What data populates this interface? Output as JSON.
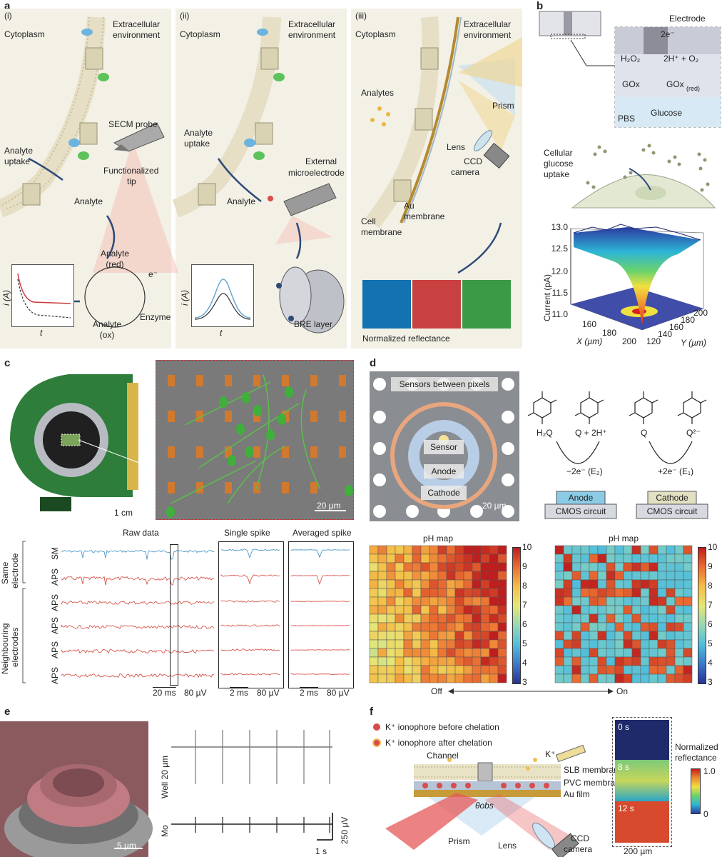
{
  "panels": {
    "a": "a",
    "b": "b",
    "c": "c",
    "d": "d",
    "e": "e",
    "f": "f"
  },
  "a": {
    "i": {
      "num": "(i)",
      "cytoplasm": "Cytoplasm",
      "extra1": "Extracellular",
      "extra2": "environment",
      "probe": "SECM probe",
      "tip1": "Functionalized",
      "tip2": "tip",
      "uptake1": "Analyte",
      "uptake2": "uptake",
      "analyte": "Analyte",
      "red1": "Analyte",
      "red2": "(red)",
      "ox1": "Analyte",
      "ox2": "(ox)",
      "enzyme": "Enzyme",
      "eminus": "e⁻",
      "ylabel": "i (A)",
      "xlabel": "t"
    },
    "ii": {
      "num": "(ii)",
      "cytoplasm": "Cytoplasm",
      "extra1": "Extracellular",
      "extra2": "environment",
      "uptake1": "Analyte",
      "uptake2": "uptake",
      "ext1": "External",
      "ext2": "microelectrode",
      "analyte": "Analyte",
      "bre": "BRE layer",
      "ylabel": "i (A)",
      "xlabel": "t"
    },
    "iii": {
      "num": "(iii)",
      "cytoplasm": "Cytoplasm",
      "extra1": "Extracellular",
      "extra2": "environment",
      "analytes": "Analytes",
      "prism": "Prism",
      "lens": "Lens",
      "ccd1": "CCD",
      "ccd2": "camera",
      "au1": "Au",
      "au2": "membrane",
      "cell1": "Cell",
      "cell2": "membrane",
      "norm": "Normalized reflectance",
      "colors": [
        "#1472b0",
        "#c94040",
        "#3a9a45"
      ]
    }
  },
  "b": {
    "electrode": "Electrode",
    "e2": "2e⁻",
    "h2o2": "H₂O₂",
    "h2o": "2H⁺ + O₂",
    "gox": "GOx",
    "goxred": "GOx",
    "goxsub": "(red)",
    "glucose": "Glucose",
    "pbs": "PBS",
    "cell1": "Cellular",
    "cell2": "glucose",
    "cell3": "uptake",
    "chart": {
      "ylabel": "Current (pA)",
      "yticks": [
        "13.0",
        "12.5",
        "12.0",
        "11.5",
        "11.0"
      ],
      "xlabel": "X (µm)",
      "xticks": [
        "160",
        "180",
        "200"
      ],
      "ylabel2": "Y (µm)",
      "y2ticks": [
        "120",
        "140",
        "160",
        "180",
        "200"
      ]
    }
  },
  "c": {
    "scale1": "1 cm",
    "scale2": "20 µm",
    "raw": "Raw data",
    "single": "Single spike",
    "avg": "Averaged spike",
    "same1": "Same",
    "same2": "electrode",
    "neigh1": "Neighbouring",
    "neigh2": "electrodes",
    "rows": [
      "SM",
      "APS",
      "APS",
      "APS",
      "APS",
      "APS"
    ],
    "sb1": "20 ms",
    "sb1b": "80 µV",
    "sb2": "2 ms",
    "sb2b": "80 µV",
    "sb3": "2 ms",
    "sb3b": "80 µV",
    "colors": {
      "blue": "#3a8fc0",
      "red": "#d3453a"
    }
  },
  "d": {
    "sensors": "Sensors between pixels",
    "sensor": "Sensor",
    "anode": "Anode",
    "cathode": "Cathode",
    "scale": "20 µm",
    "h2q": "H₂Q",
    "q2h": "Q + 2H⁺",
    "q": "Q",
    "q2": "Q²⁻",
    "ox": "−2e⁻ (E₂)",
    "red": "+2e⁻ (E₁)",
    "anodebox": "Anode",
    "cathodebox": "Cathode",
    "cmos1": "CMOS circuit",
    "cmos2": "CMOS circuit",
    "map1": "pH map",
    "map2": "pH map",
    "cbticks": [
      "10",
      "9",
      "8",
      "7",
      "6",
      "5",
      "4",
      "3"
    ],
    "off": "Off",
    "on": "On"
  },
  "e": {
    "scale": "5 µm",
    "well": "Well 20 µm",
    "mo": "Mo",
    "sb": "250 µV",
    "sbx": "1 s"
  },
  "f": {
    "leg1": "K⁺ ionophore before chelation",
    "leg2": "K⁺ ionophore after chelation",
    "channel": "Channel",
    "kplus": "K⁺",
    "slb": "SLB membrane",
    "pvc": "PVC membrane",
    "au": "Au film",
    "theta": "θobs",
    "prism": "Prism",
    "lens": "Lens",
    "ccd1": "CCD",
    "ccd2": "camera",
    "t0": "0 s",
    "t8": "8 s",
    "t12": "12 s",
    "scale": "200 µm",
    "norm1": "Normalized",
    "norm2": "reflectance",
    "cb1": "1.0",
    "cb0": "0"
  }
}
